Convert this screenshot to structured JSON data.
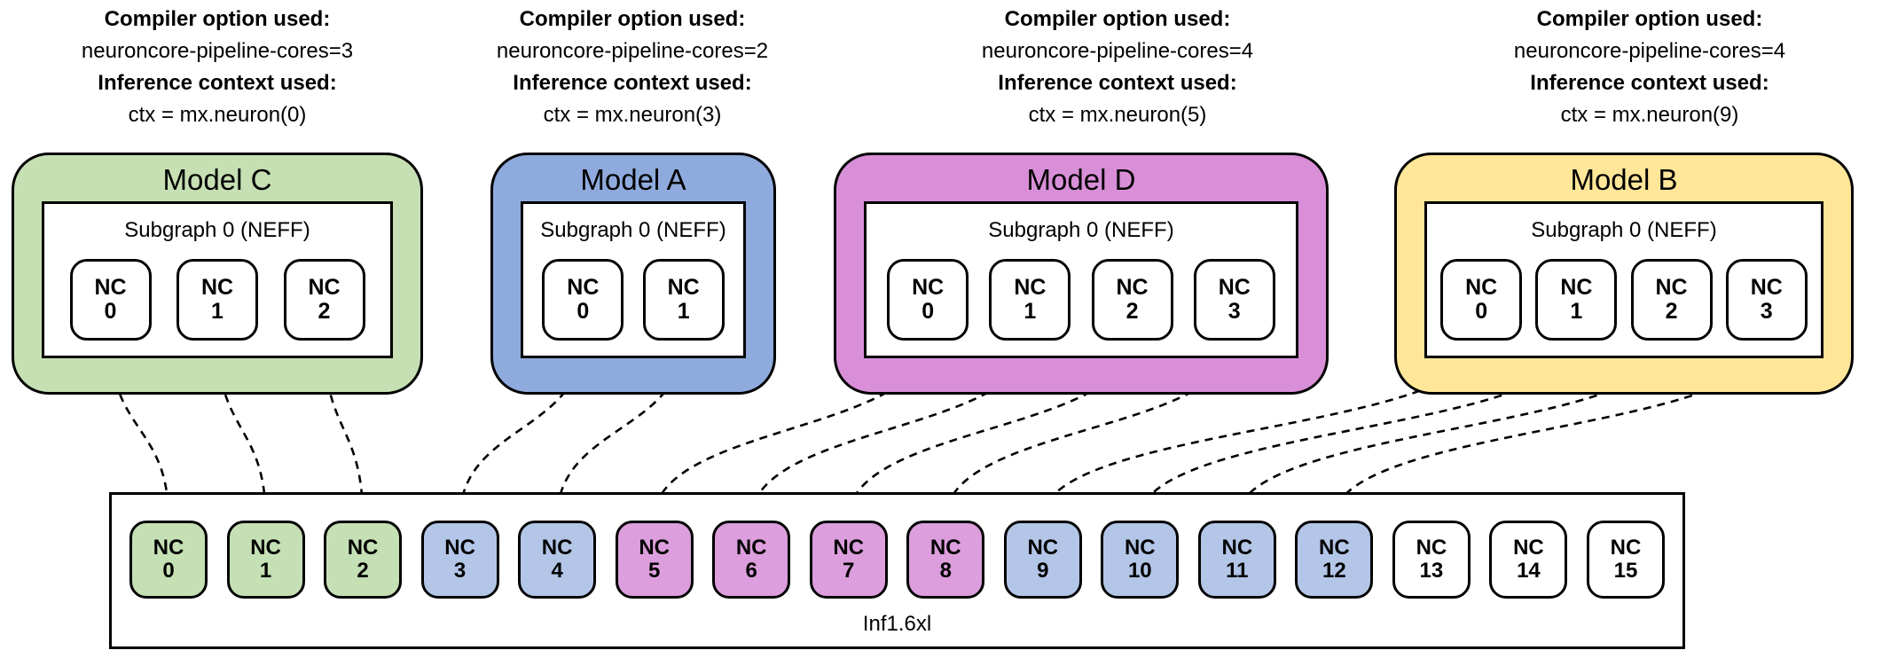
{
  "models": [
    {
      "name": "Model C",
      "fill": "#c6e0b4",
      "compiler_label": "Compiler option used:",
      "compiler_value": "neuroncore-pipeline-cores=3",
      "context_label": "Inference context used:",
      "context_value": "ctx = mx.neuron(0)",
      "subgraph_label": "Subgraph 0 (NEFF)",
      "core_prefix": "NC",
      "cores": [
        "0",
        "1",
        "2"
      ],
      "device_targets": [
        0,
        1,
        2
      ]
    },
    {
      "name": "Model A",
      "fill": "#8faadc",
      "compiler_label": "Compiler option used:",
      "compiler_value": "neuroncore-pipeline-cores=2",
      "context_label": "Inference context used:",
      "context_value": "ctx = mx.neuron(3)",
      "subgraph_label": "Subgraph 0 (NEFF)",
      "core_prefix": "NC",
      "cores": [
        "0",
        "1"
      ],
      "device_targets": [
        3,
        4
      ]
    },
    {
      "name": "Model D",
      "fill": "#d98fd8",
      "compiler_label": "Compiler option used:",
      "compiler_value": "neuroncore-pipeline-cores=4",
      "context_label": "Inference context used:",
      "context_value": "ctx = mx.neuron(5)",
      "subgraph_label": "Subgraph 0 (NEFF)",
      "core_prefix": "NC",
      "cores": [
        "0",
        "1",
        "2",
        "3"
      ],
      "device_targets": [
        5,
        6,
        7,
        8
      ]
    },
    {
      "name": "Model B",
      "fill": "#ffe699",
      "compiler_label": "Compiler option used:",
      "compiler_value": "neuroncore-pipeline-cores=4",
      "context_label": "Inference context used:",
      "context_value": "ctx = mx.neuron(9)",
      "subgraph_label": "Subgraph 0 (NEFF)",
      "core_prefix": "NC",
      "cores": [
        "0",
        "1",
        "2",
        "3"
      ],
      "device_targets": [
        9,
        10,
        11,
        12
      ]
    }
  ],
  "device": {
    "label": "Inf1.6xl",
    "core_prefix": "NC",
    "cores": [
      {
        "num": "0",
        "fill": "#c5e0b4"
      },
      {
        "num": "1",
        "fill": "#c5e0b4"
      },
      {
        "num": "2",
        "fill": "#c5e0b4"
      },
      {
        "num": "3",
        "fill": "#b3c6e7"
      },
      {
        "num": "4",
        "fill": "#b3c6e7"
      },
      {
        "num": "5",
        "fill": "#dc9edc"
      },
      {
        "num": "6",
        "fill": "#dc9edc"
      },
      {
        "num": "7",
        "fill": "#dc9edc"
      },
      {
        "num": "8",
        "fill": "#dc9edc"
      },
      {
        "num": "9",
        "fill": "#b3c6e7"
      },
      {
        "num": "10",
        "fill": "#b3c6e7"
      },
      {
        "num": "11",
        "fill": "#b3c6e7"
      },
      {
        "num": "12",
        "fill": "#b3c6e7"
      },
      {
        "num": "13",
        "fill": "#ffffff"
      },
      {
        "num": "14",
        "fill": "#ffffff"
      },
      {
        "num": "15",
        "fill": "#ffffff"
      }
    ]
  },
  "arrows": {
    "color": "#000000"
  }
}
